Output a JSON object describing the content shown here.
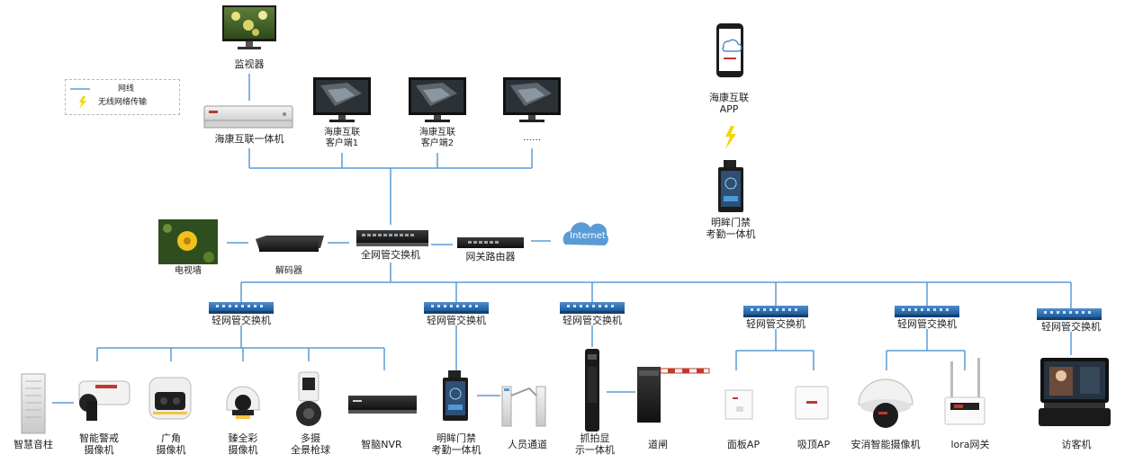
{
  "legend": {
    "wired": "网线",
    "wireless": "无线网络传输"
  },
  "labels": {
    "monitor": "监视器",
    "nvr_top": "海康互联一体机",
    "client1": [
      "海康互联",
      "客户端1"
    ],
    "client2": [
      "海康互联",
      "客户端2"
    ],
    "client_more": "……",
    "app": [
      "海康互联",
      "APP"
    ],
    "face_top": [
      "明眸门禁",
      "考勤一体机"
    ],
    "tv_wall": "电视墙",
    "decoder": "解码器",
    "core_switch": "全网管交换机",
    "router": "网关路由器",
    "internet": "Internet",
    "light_switch": "轻网管交换机",
    "pillar_speaker": "智慧音柱",
    "warn_cam": [
      "智能警戒",
      "摄像机"
    ],
    "wide_cam": [
      "广角",
      "摄像机"
    ],
    "color_cam": [
      "臻全彩",
      "摄像机"
    ],
    "dome_cam": [
      "多摄",
      "全景枪球"
    ],
    "smart_nvr": "智脑NVR",
    "face_bottom": [
      "明眸门禁",
      "考勤一体机"
    ],
    "turnstile": "人员通道",
    "capture": [
      "抓拍显",
      "示一体机"
    ],
    "barrier": "道闸",
    "panel_ap": "面板AP",
    "ceiling_ap": "吸顶AP",
    "ai_cam": "安消智能摄像机",
    "lora": "lora网关",
    "visitor": "访客机"
  },
  "colors": {
    "wire": "#5b9bd5",
    "wireless": "#f2d600",
    "switch": "#2f6fb4"
  }
}
